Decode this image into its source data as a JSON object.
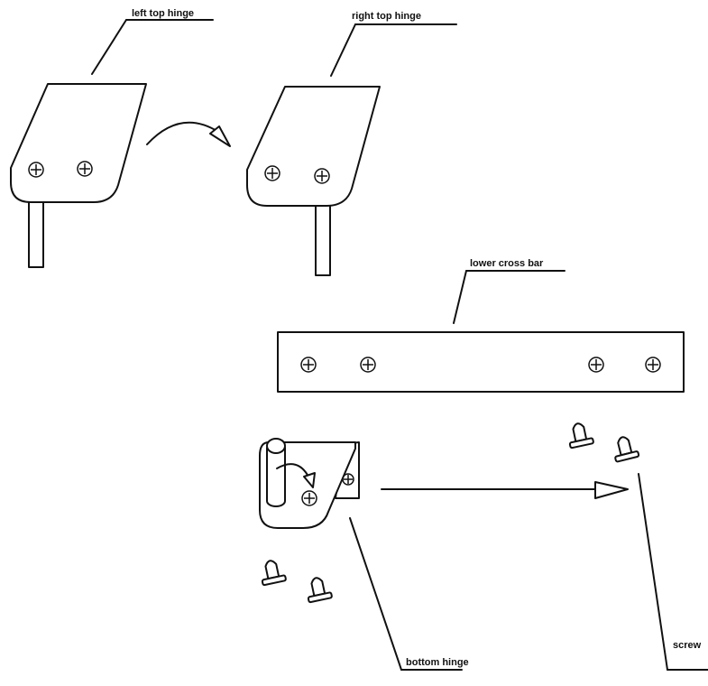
{
  "labels": {
    "left_top_hinge": "left top hinge",
    "right_top_hinge": "right top hinge",
    "lower_cross_bar": "lower cross bar",
    "bottom_hinge": "bottom hinge",
    "screw": "screw"
  },
  "icons": {
    "screw_symbol": "crosshead-screw-icon",
    "rotation": "curved-arrow-icon",
    "direction": "straight-arrow-icon"
  }
}
